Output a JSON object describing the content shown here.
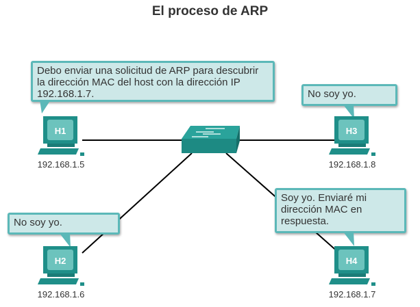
{
  "title": "El proceso de ARP",
  "switch": {
    "icon": "switch-icon"
  },
  "hosts": [
    {
      "label": "H1",
      "ip": "192.168.1.5",
      "message": "Debo enviar una solicitud de ARP para descubrir la dirección MAC del host con la dirección IP 192.168.1.7."
    },
    {
      "label": "H2",
      "ip": "192.168.1.6",
      "message": "No soy yo."
    },
    {
      "label": "H3",
      "ip": "192.168.1.8",
      "message": "No soy yo."
    },
    {
      "label": "H4",
      "ip": "192.168.1.7",
      "message": "Soy yo. Enviaré mi dirección MAC en respuesta."
    }
  ],
  "colors": {
    "device": "#1f8f89",
    "bubble_fill": "#cde8e8",
    "bubble_border": "#5bb8b8"
  }
}
